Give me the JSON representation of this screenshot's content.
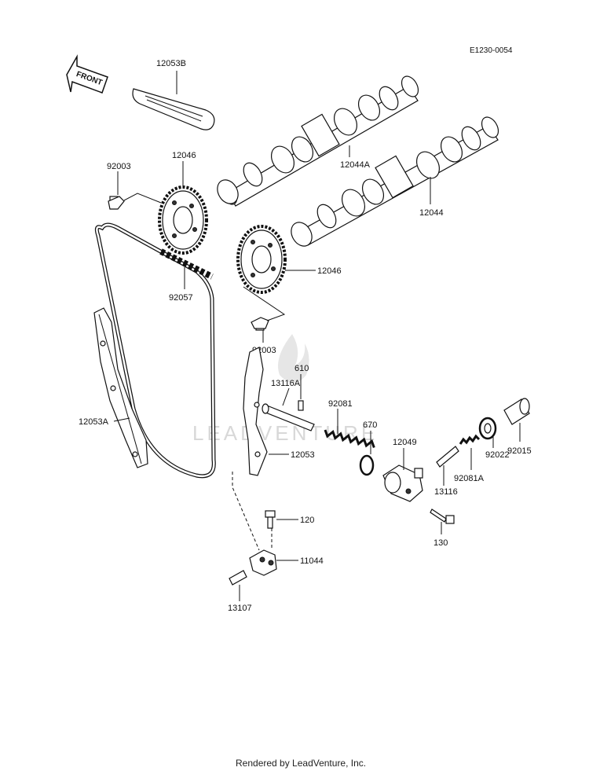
{
  "ref_code": "E1230-0054",
  "front_label": "FRONT",
  "watermark": "LEADVENTURE",
  "footer": "Rendered by LeadVenture, Inc.",
  "labels": {
    "p12053B": "12053B",
    "p12044A": "12044A",
    "p12044": "12044",
    "p12046a": "12046",
    "p12046b": "12046",
    "p92003a": "92003",
    "p92003b": "92003",
    "p92057": "92057",
    "p12053A": "12053A",
    "p610": "610",
    "p13116A": "13116A",
    "p92081": "92081",
    "p670": "670",
    "p12049": "12049",
    "p12053": "12053",
    "p92022": "92022",
    "p92015": "92015",
    "p13116": "13116",
    "p92081A": "92081A",
    "p120": "120",
    "p130": "130",
    "p11044": "11044",
    "p13107": "13107"
  }
}
